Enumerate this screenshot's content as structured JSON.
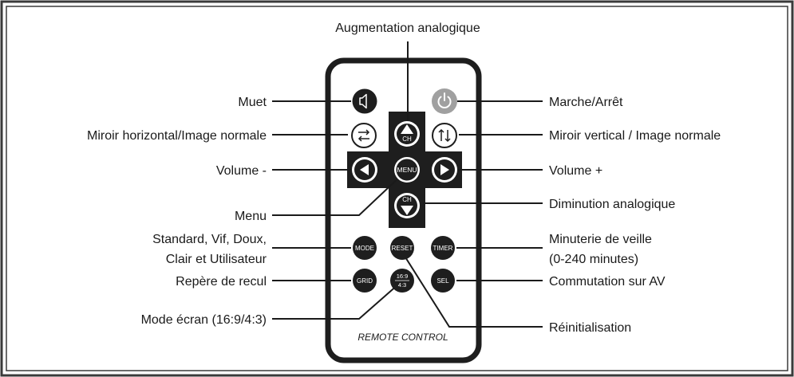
{
  "remote": {
    "caption": "REMOTE CONTROL",
    "buttons": {
      "mute_icon": "speaker-icon",
      "power_icon": "power-icon",
      "mirror_h_icon": "swap-horizontal-icon",
      "mirror_v_icon": "swap-vertical-icon",
      "ch_up": "CH",
      "ch_down": "CH",
      "menu": "MENU",
      "mode": "MODE",
      "reset": "RESET",
      "timer": "TIMER",
      "grid": "GRID",
      "ratio_top": "16:9",
      "ratio_bottom": "4:3",
      "sel": "SEL"
    }
  },
  "labels": {
    "augmentation": "Augmentation analogique",
    "muet": "Muet",
    "marche_arret": "Marche/Arrêt",
    "miroir_horizontal": "Miroir horizontal/Image normale",
    "miroir_vertical": "Miroir vertical / Image normale",
    "volume_minus": "Volume -",
    "volume_plus": "Volume +",
    "diminution": "Diminution analogique",
    "menu": "Menu",
    "standard_line1": "Standard, Vif, Doux,",
    "standard_line2": "Clair et Utilisateur",
    "minuterie_line1": "Minuterie de veille",
    "minuterie_line2": "(0-240 minutes)",
    "repere": "Repère de recul",
    "commutation": "Commutation sur AV",
    "mode_ecran": "Mode écran (16:9/4:3)",
    "reinitialisation": "Réinitialisation"
  },
  "colors": {
    "button": "#1e1e1e",
    "power_button": "#a0a0a0",
    "remote_outline": "#1e1e1e",
    "frame": "#3a3a3a"
  }
}
